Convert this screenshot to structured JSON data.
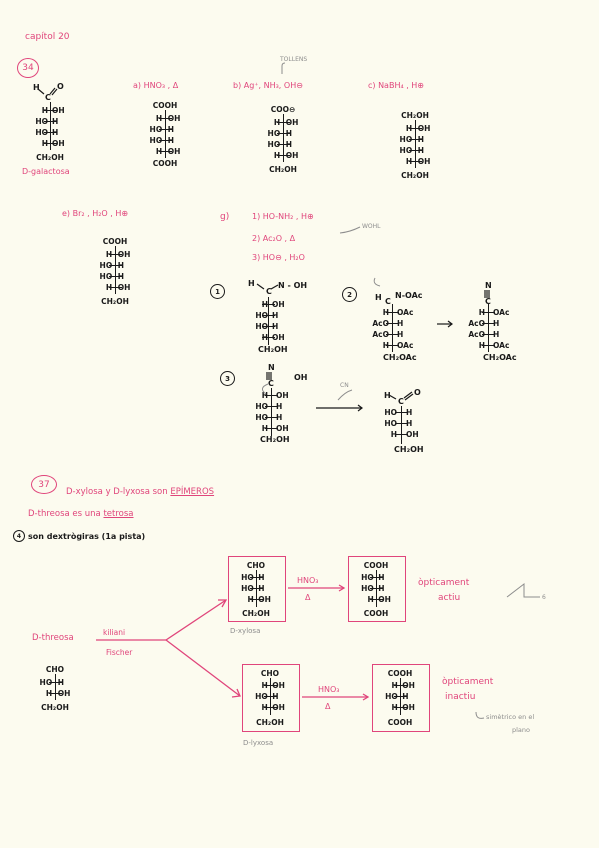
{
  "header": {
    "chapter": "capítol 20"
  },
  "p34": {
    "number": "34",
    "galactose": {
      "top": "H",
      "c": "C",
      "o": "O",
      "rows": [
        [
          "H",
          "OH"
        ],
        [
          "HO",
          "H"
        ],
        [
          "HO",
          "H"
        ],
        [
          "H",
          "OH"
        ]
      ],
      "bottom": "CH₂OH",
      "name": "D-galactosa"
    },
    "a": {
      "label": "a) HNO₃ , Δ",
      "top": "COOH",
      "rows": [
        [
          "H",
          "OH"
        ],
        [
          "HO",
          "H"
        ],
        [
          "HO",
          "H"
        ],
        [
          "H",
          "OH"
        ]
      ],
      "bottom": "COOH"
    },
    "b": {
      "label": "b) Ag⁺, NH₃, OH⊖",
      "note": "TOLLENS",
      "top": "COO⊖",
      "rows": [
        [
          "H",
          "OH"
        ],
        [
          "HO",
          "H"
        ],
        [
          "HO",
          "H"
        ],
        [
          "H",
          "OH"
        ]
      ],
      "bottom": "CH₂OH"
    },
    "c": {
      "label": "c) NaBH₄ , H⊕",
      "top": "CH₂OH",
      "rows": [
        [
          "H",
          "OH"
        ],
        [
          "HO",
          "H"
        ],
        [
          "HO",
          "H"
        ],
        [
          "H",
          "OH"
        ]
      ],
      "bottom": "CH₂OH"
    },
    "e": {
      "label": "e) Br₂ , H₂O , H⊕",
      "top": "COOH",
      "rows": [
        [
          "H",
          "OH"
        ],
        [
          "HO",
          "H"
        ],
        [
          "HO",
          "H"
        ],
        [
          "H",
          "OH"
        ]
      ],
      "bottom": "CH₂OH"
    },
    "g": {
      "label": "g)",
      "steps": [
        "1) HO-NH₂ , H⊕",
        "2) Ac₂O , Δ",
        "3) HO⊖ , H₂O"
      ],
      "note": "WOHL",
      "s1": {
        "num": "1",
        "top": "H",
        "c": "C",
        "n": "N - OH",
        "rows": [
          [
            "H",
            "OH"
          ],
          [
            "HO",
            "H"
          ],
          [
            "HO",
            "H"
          ],
          [
            "H",
            "OH"
          ]
        ],
        "bottom": "CH₂OH"
      },
      "s2": {
        "num": "2",
        "top": "H",
        "c": "C",
        "n": "N-OAc",
        "rows": [
          [
            "H",
            "OAc"
          ],
          [
            "AcO",
            "H"
          ],
          [
            "AcO",
            "H"
          ],
          [
            "H",
            "OAc"
          ]
        ],
        "bottom": "CH₂OAc"
      },
      "s2b": {
        "n": "N",
        "c": "C",
        "rows": [
          [
            "H",
            "OAc"
          ],
          [
            "AcO",
            "H"
          ],
          [
            "AcO",
            "H"
          ],
          [
            "H",
            "OAc"
          ]
        ],
        "bottom": "CH₂OAc"
      },
      "s3": {
        "num": "3",
        "n": "N",
        "c": "C",
        "oh": "OH",
        "rows": [
          [
            "H",
            "OH"
          ],
          [
            "HO",
            "H"
          ],
          [
            "HO",
            "H"
          ],
          [
            "H",
            "OH"
          ]
        ],
        "bottom": "CH₂OH",
        "cn": "CN"
      },
      "product": {
        "top": "H",
        "c": "C",
        "o": "O",
        "rows": [
          [
            "HO",
            "H"
          ],
          [
            "HO",
            "H"
          ],
          [
            "H",
            "OH"
          ]
        ],
        "bottom": "CH₂OH"
      }
    }
  },
  "p37": {
    "number": "37",
    "line1_prefix": "D-xylosa y D-lyxosa son",
    "line1_word": "EPÍMEROS",
    "line2_prefix": "D-threosa es una",
    "line2_word": "tetrosa",
    "item4_num": "4",
    "item4_text": "son dextrògiras (1a pista)",
    "threose_label": "D-threosa",
    "kiliani": "kiliani",
    "fischer": "Fischer",
    "threose": {
      "top": "CHO",
      "rows": [
        [
          "HO",
          "H"
        ],
        [
          "H",
          "OH"
        ]
      ],
      "bottom": "CH₂OH"
    },
    "xylose": {
      "top": "CHO",
      "rows": [
        [
          "HO",
          "H"
        ],
        [
          "HO",
          "H"
        ],
        [
          "H",
          "OH"
        ]
      ],
      "bottom": "CH₂OH",
      "name": "D-xylosa"
    },
    "xylose_acid": {
      "top": "COOH",
      "rows": [
        [
          "HO",
          "H"
        ],
        [
          "HO",
          "H"
        ],
        [
          "H",
          "OH"
        ]
      ],
      "bottom": "COOH"
    },
    "lyxose": {
      "top": "CHO",
      "rows": [
        [
          "H",
          "OH"
        ],
        [
          "HO",
          "H"
        ],
        [
          "H",
          "OH"
        ]
      ],
      "bottom": "CH₂OH",
      "name": "D-lyxosa"
    },
    "lyxose_acid": {
      "top": "COOH",
      "rows": [
        [
          "H",
          "OH"
        ],
        [
          "HO",
          "H"
        ],
        [
          "H",
          "OH"
        ]
      ],
      "bottom": "COOH"
    },
    "reagent": "HNO₃",
    "delta": "Δ",
    "active": [
      "òpticament",
      "actiu"
    ],
    "inactive": [
      "òpticament",
      "inactiu"
    ],
    "sym_note": [
      "simètrico en el",
      "plano"
    ],
    "light_label": "6"
  }
}
